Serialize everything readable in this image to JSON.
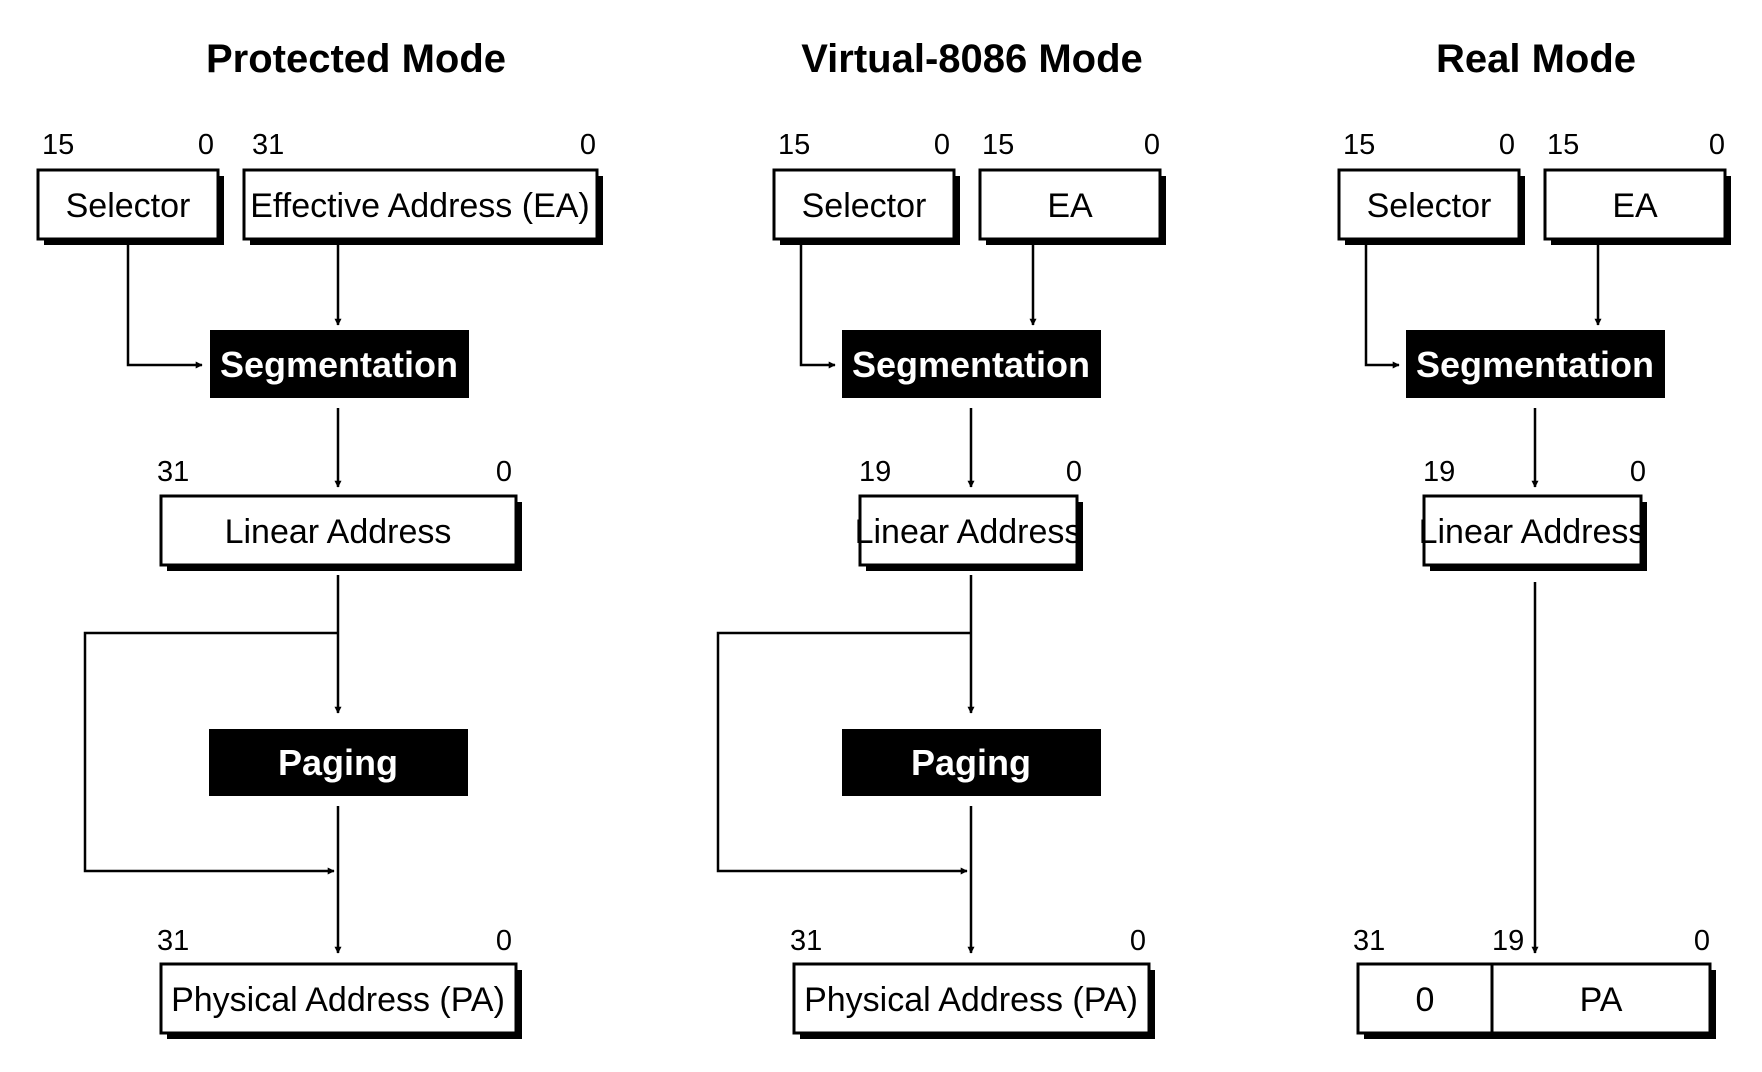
{
  "modes": [
    {
      "title": "Protected Mode",
      "selector": {
        "label": "Selector",
        "high": "15",
        "low": "0"
      },
      "ea": {
        "label": "Effective Address (EA)",
        "high": "31",
        "low": "0"
      },
      "segmentation": "Segmentation",
      "linear": {
        "label": "Linear Address",
        "high": "31",
        "low": "0"
      },
      "paging": "Paging",
      "physical": {
        "label": "Physical Address (PA)",
        "high": "31",
        "low": "0"
      }
    },
    {
      "title": "Virtual-8086 Mode",
      "selector": {
        "label": "Selector",
        "high": "15",
        "low": "0"
      },
      "ea": {
        "label": "EA",
        "high": "15",
        "low": "0"
      },
      "segmentation": "Segmentation",
      "linear": {
        "label": "Linear Address",
        "high": "19",
        "low": "0"
      },
      "paging": "Paging",
      "physical": {
        "label": "Physical Address (PA)",
        "high": "31",
        "low": "0"
      }
    },
    {
      "title": "Real Mode",
      "selector": {
        "label": "Selector",
        "high": "15",
        "low": "0"
      },
      "ea": {
        "label": "EA",
        "high": "15",
        "low": "0"
      },
      "segmentation": "Segmentation",
      "linear": {
        "label": "Linear Address",
        "high": "19",
        "low": "0"
      },
      "physical": {
        "zero": "0",
        "label": "PA",
        "high": "31",
        "mid": "19",
        "low": "0"
      }
    }
  ],
  "colors": {
    "ink": "#000000",
    "paper": "#ffffff"
  }
}
